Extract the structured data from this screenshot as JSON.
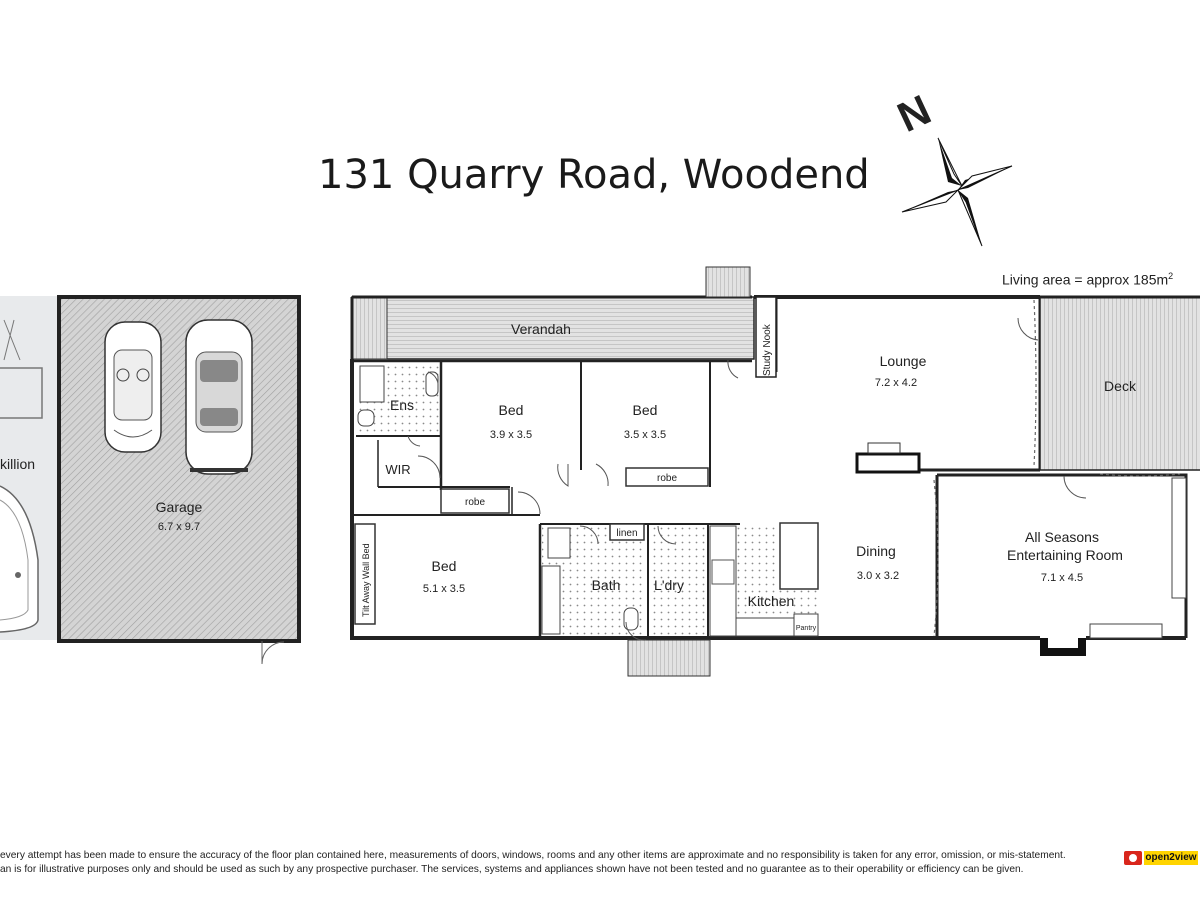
{
  "title": "131 Quarry Road, Woodend",
  "compass": {
    "label": "N"
  },
  "living_area": {
    "text": "Living area = approx 185m",
    "unit_sup": "2"
  },
  "rooms": {
    "verandah": {
      "name": "Verandah"
    },
    "study_nook": {
      "name": "Study Nook"
    },
    "lounge": {
      "name": "Lounge",
      "size": "7.2 x 4.2"
    },
    "deck": {
      "name": "Deck"
    },
    "ens": {
      "name": "Ens"
    },
    "wir": {
      "name": "WIR"
    },
    "bed1": {
      "name": "Bed",
      "size": "3.9 x 3.5"
    },
    "bed2": {
      "name": "Bed",
      "size": "3.5 x 3.5"
    },
    "robe1": {
      "name": "robe"
    },
    "robe2": {
      "name": "robe"
    },
    "bed3": {
      "name": "Bed",
      "size": "5.1 x 3.5"
    },
    "wall_bed": {
      "name": "Tilt Away Wall Bed"
    },
    "linen": {
      "name": "linen"
    },
    "bath": {
      "name": "Bath"
    },
    "laundry": {
      "name": "L'dry"
    },
    "kitchen": {
      "name": "Kitchen"
    },
    "pantry": {
      "name": "Pantry"
    },
    "dining": {
      "name": "Dining",
      "size": "3.0 x 3.2"
    },
    "entertaining": {
      "name_line1": "All Seasons",
      "name_line2": "Entertaining Room",
      "size": "7.1 x 4.5"
    },
    "garage": {
      "name": "Garage",
      "size": "6.7 x 9.7"
    },
    "skillion": {
      "name": "killion"
    }
  },
  "disclaimer": {
    "line1": "every attempt has been made to ensure the accuracy of the floor plan contained here, measurements of doors, windows, rooms and any other items are approximate and no responsibility is taken for any error, omission, or mis-statement.",
    "line2": "an is for illustrative purposes only and should be used as such by any prospective purchaser. The services, systems and appliances shown have not been tested and no guarantee as to their operability or efficiency can be given."
  },
  "brand": {
    "text": "open2view",
    "color": "#ffd400",
    "icon_color": "#d9261c"
  }
}
